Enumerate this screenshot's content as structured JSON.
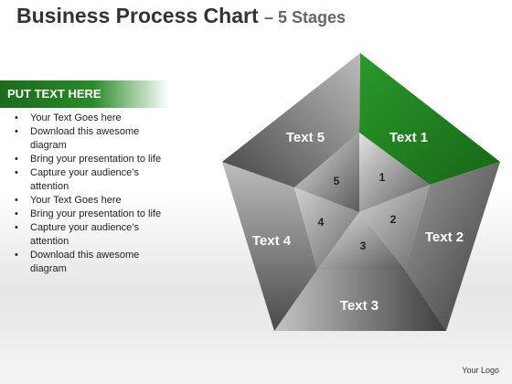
{
  "header": {
    "title": "Business Process Chart",
    "subtitle": "– 5 Stages"
  },
  "sidebar": {
    "heading": "PUT TEXT HERE",
    "items": [
      "Your Text Goes here",
      "Download this awesome diagram",
      "Bring your presentation to life",
      "Capture your audience’s attention",
      "Your Text Goes here",
      "Bring your presentation to life",
      "Capture your audience’s attention",
      "Download this awesome diagram"
    ]
  },
  "diagram": {
    "segments": [
      {
        "label": "Text 1",
        "number": "1",
        "highlighted": true
      },
      {
        "label": "Text 2",
        "number": "2",
        "highlighted": false
      },
      {
        "label": "Text 3",
        "number": "3",
        "highlighted": false
      },
      {
        "label": "Text 4",
        "number": "4",
        "highlighted": false
      },
      {
        "label": "Text 5",
        "number": "5",
        "highlighted": false
      }
    ],
    "colors": {
      "highlight": "#1f7a1f",
      "segment_dark": "#4a4a4a",
      "segment_light": "#c8c8c8"
    }
  },
  "footer": {
    "logo": "Your Logo"
  }
}
